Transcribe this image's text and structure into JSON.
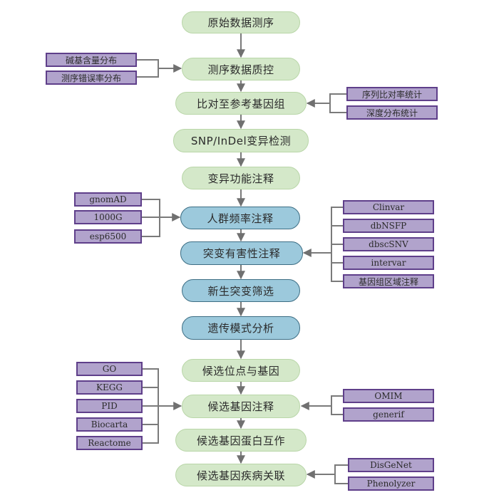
{
  "colors": {
    "main_green": "#d4e8c9",
    "main_blue": "#9cc9dc",
    "side_box": "#b1a3cc",
    "side_border": "#5f3f8a",
    "line": "#707070"
  },
  "main_steps": [
    {
      "label": "原始数据测序",
      "style": "green"
    },
    {
      "label": "测序数据质控",
      "style": "green"
    },
    {
      "label": "比对至参考基因组",
      "style": "green"
    },
    {
      "label": "SNP/InDel变异检测",
      "style": "green"
    },
    {
      "label": "变异功能注释",
      "style": "green"
    },
    {
      "label": "人群频率注释",
      "style": "blue"
    },
    {
      "label": "突变有害性注释",
      "style": "blue"
    },
    {
      "label": "新生突变筛选",
      "style": "blue"
    },
    {
      "label": "遗传模式分析",
      "style": "blue"
    },
    {
      "label": "候选位点与基因",
      "style": "green"
    },
    {
      "label": "候选基因注释",
      "style": "green"
    },
    {
      "label": "候选基因蛋白互作",
      "style": "green"
    },
    {
      "label": "候选基因疾病关联",
      "style": "green"
    }
  ],
  "side_groups": {
    "qc_inputs": [
      "碱基含量分布",
      "测序错误率分布"
    ],
    "alignment_stats": [
      "序列比对率统计",
      "深度分布统计"
    ],
    "population_dbs": [
      "gnomAD",
      "1000G",
      "esp6500"
    ],
    "pathogenicity_dbs": [
      "Clinvar",
      "dbNSFP",
      "dbscSNV",
      "intervar",
      "基因组区域注释"
    ],
    "pathway_dbs": [
      "GO",
      "KEGG",
      "PID",
      "Biocarta",
      "Reactome"
    ],
    "gene_dbs": [
      "OMIM",
      "generif"
    ],
    "disease_dbs": [
      "DisGeNet",
      "Phenolyzer"
    ]
  }
}
